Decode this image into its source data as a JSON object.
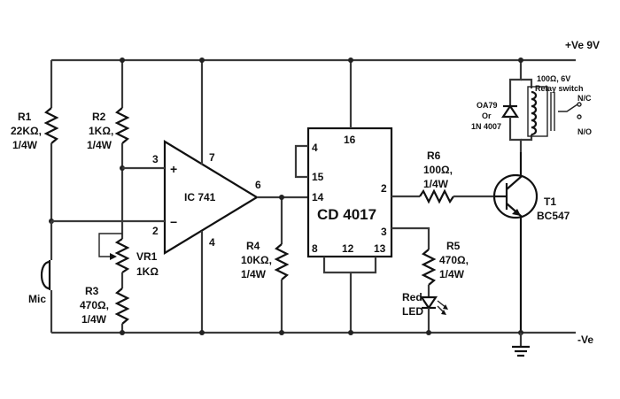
{
  "rails": {
    "positive": "+Ve 9V",
    "negative": "-Ve"
  },
  "components": {
    "r1": {
      "name": "R1",
      "value": "22KΩ,",
      "rating": "1/4W"
    },
    "r2": {
      "name": "R2",
      "value": "1KΩ,",
      "rating": "1/4W"
    },
    "r3": {
      "name": "R3",
      "value": "470Ω,",
      "rating": "1/4W"
    },
    "vr1": {
      "name": "VR1",
      "value": "1KΩ"
    },
    "mic": {
      "name": "Mic"
    },
    "opamp": {
      "name": "IC 741",
      "pins": {
        "noninv": "3",
        "inv": "2",
        "vcc": "7",
        "out": "6",
        "gnd": "4"
      },
      "plus": "+",
      "minus": "−"
    },
    "r4": {
      "name": "R4",
      "value": "10KΩ,",
      "rating": "1/4W"
    },
    "counter": {
      "name": "CD 4017",
      "pins": {
        "p16": "16",
        "p4": "4",
        "p15": "15",
        "p14": "14",
        "p2": "2",
        "p3": "3",
        "p8": "8",
        "p12": "12",
        "p13": "13"
      }
    },
    "r6": {
      "name": "R6",
      "value": "100Ω,",
      "rating": "1/4W"
    },
    "r5": {
      "name": "R5",
      "value": "470Ω,",
      "rating": "1/4W"
    },
    "led": {
      "line1": "Red",
      "line2": "LED"
    },
    "transistor": {
      "name": "T1",
      "type": "BC547"
    },
    "diode": {
      "line1": "OA79",
      "line2": "Or",
      "line3": "1N 4007"
    },
    "relay": {
      "line1": "100Ω, 6V",
      "line2": "Relay switch",
      "nc": "N/C",
      "no": "N/O"
    }
  }
}
